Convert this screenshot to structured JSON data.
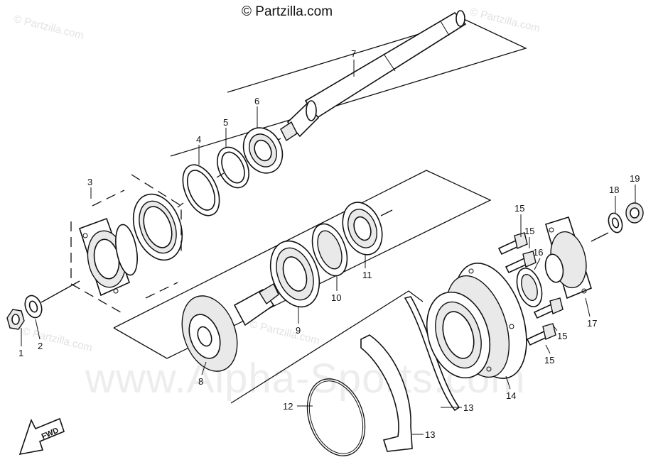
{
  "copyright": "© Partzilla.com",
  "watermarks": {
    "partzilla": "© Partzilla.com",
    "alpha": "www.Alpha-Sports.com"
  },
  "fwd_label": "FWD",
  "callouts": [
    "1",
    "2",
    "3",
    "4",
    "5",
    "6",
    "7",
    "8",
    "9",
    "10",
    "11",
    "12",
    "13",
    "13",
    "14",
    "15",
    "15",
    "15",
    "15",
    "16",
    "17",
    "18",
    "19"
  ],
  "colors": {
    "ink": "#111111",
    "watermark": "#e2e2e2",
    "background": "#ffffff"
  }
}
